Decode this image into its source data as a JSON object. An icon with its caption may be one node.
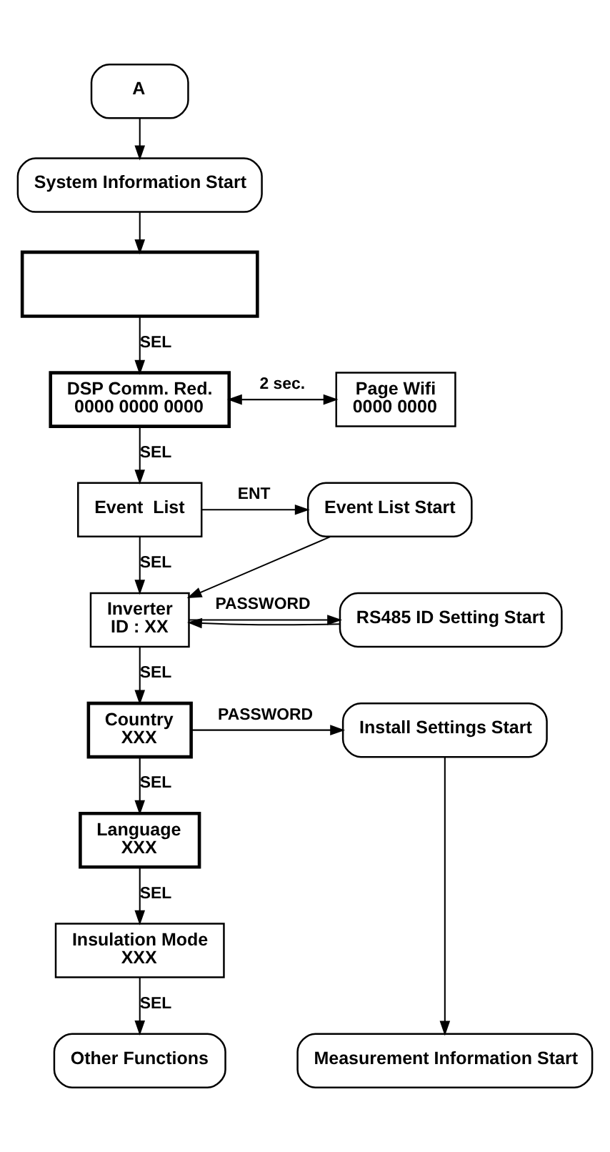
{
  "diagram": {
    "nodes": [
      {
        "text": [
          "A"
        ]
      },
      {
        "text": [
          "System Information Start"
        ]
      },
      {
        "text": [],
        "shape": "box"
      },
      {
        "text": [
          "DSP Comm. Red.",
          "0000 0000 0000"
        ]
      },
      {
        "text": [
          "Page Wifi",
          "0000 0000"
        ]
      },
      {
        "text": [
          "Event  List"
        ]
      },
      {
        "text": [
          "Event List Start"
        ]
      },
      {
        "text": [
          "Inverter",
          "ID : XX"
        ]
      },
      {
        "text": [
          "RS485 ID Setting Start"
        ]
      },
      {
        "text": [
          "Country",
          "XXX"
        ]
      },
      {
        "text": [
          "Install Settings Start"
        ]
      },
      {
        "text": [
          "Language",
          "XXX"
        ]
      },
      {
        "text": [
          "Insulation Mode",
          "XXX"
        ]
      },
      {
        "text": [
          "Other Functions"
        ]
      },
      {
        "text": [
          "Measurement Information Start"
        ]
      }
    ],
    "edges": [
      {
        "from": 0,
        "to": 1,
        "arrow": "to"
      },
      {
        "from": 1,
        "to": 2,
        "arrow": "to"
      },
      {
        "from": 2,
        "to": 3,
        "arrow": "to",
        "label": "SEL"
      },
      {
        "from": 3,
        "to": 4,
        "arrow": "both",
        "label": "2 sec."
      },
      {
        "from": 3,
        "to": 5,
        "arrow": "to",
        "label": "SEL"
      },
      {
        "from": 5,
        "to": 6,
        "arrow": "to",
        "label": "ENT"
      },
      {
        "from": 5,
        "to": 7,
        "arrow": "to",
        "label": "SEL"
      },
      {
        "from": 6,
        "to": 7,
        "arrow": "to"
      },
      {
        "from": 8,
        "to": 7,
        "arrow": "to"
      },
      {
        "from": 7,
        "to": 8,
        "arrow": "to",
        "label": "PASSWORD"
      },
      {
        "from": 7,
        "to": 9,
        "arrow": "to",
        "label": "SEL"
      },
      {
        "from": 9,
        "to": 10,
        "arrow": "to",
        "label": "PASSWORD"
      },
      {
        "from": 9,
        "to": 11,
        "arrow": "to",
        "label": "SEL"
      },
      {
        "from": 11,
        "to": 12,
        "arrow": "to",
        "label": "SEL"
      },
      {
        "from": 12,
        "to": 13,
        "arrow": "to",
        "label": "SEL"
      },
      {
        "from": 10,
        "to": 14,
        "arrow": "to"
      }
    ]
  }
}
